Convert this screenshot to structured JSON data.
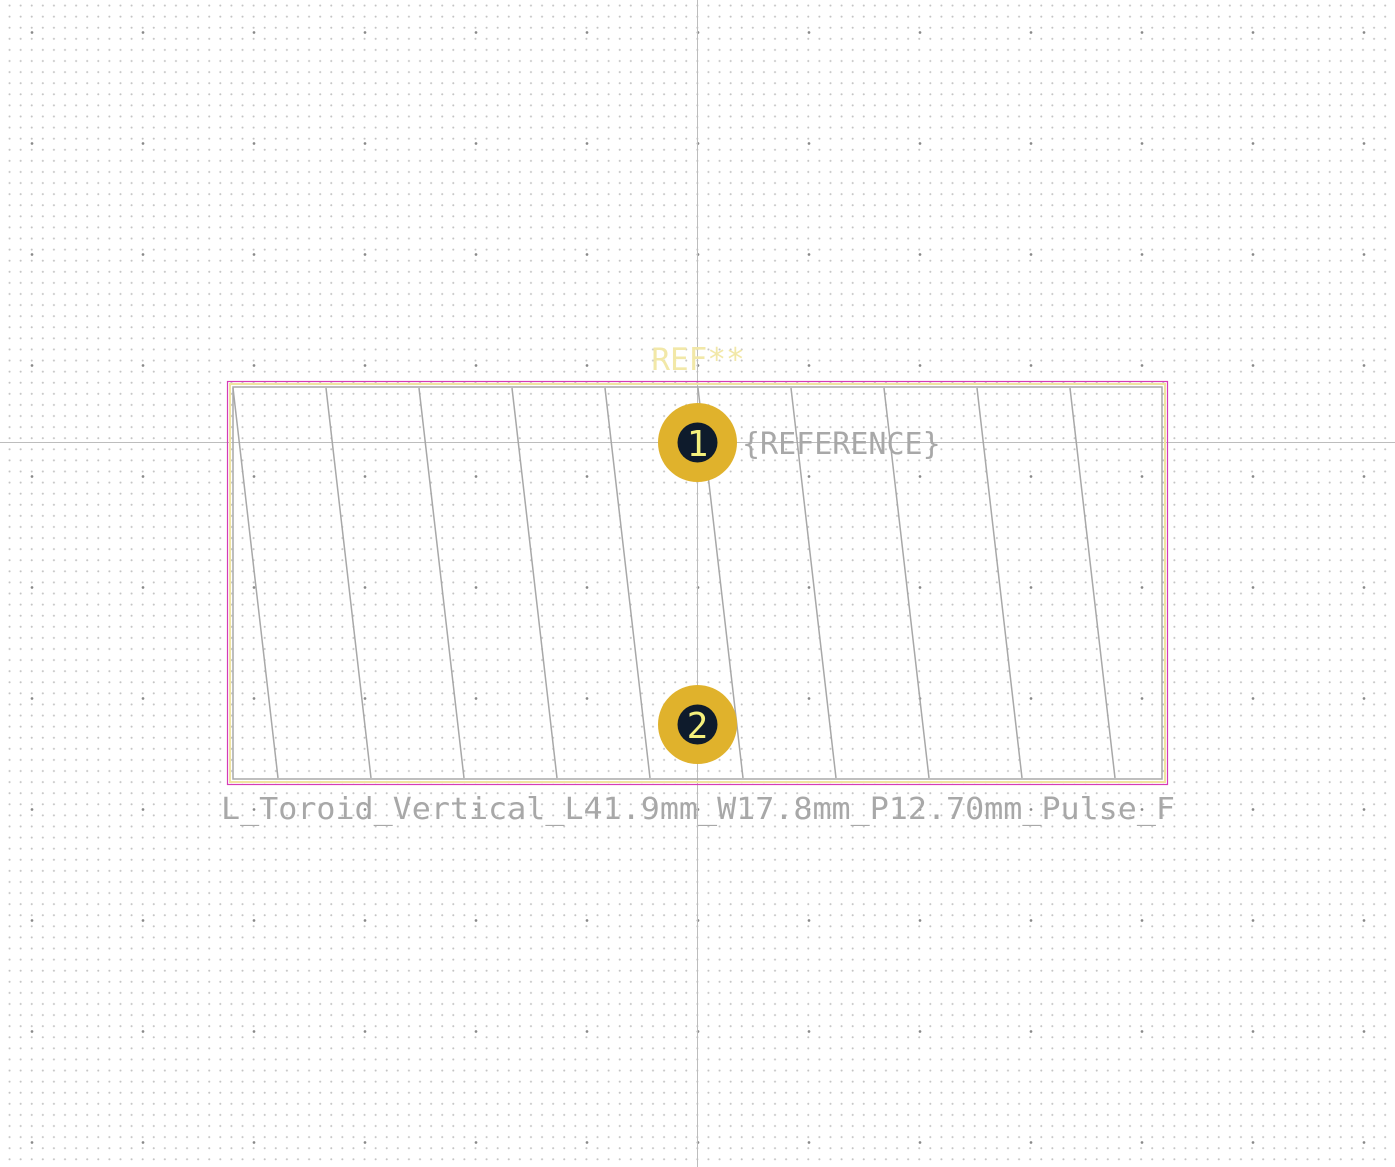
{
  "footprint": {
    "reference_label": "REF**",
    "reference_field": "{REFERENCE}",
    "value_label": "L_Toroid_Vertical_L41.9mm_W17.8mm_P12.70mm_Pulse_F"
  },
  "pads": [
    {
      "number": "1"
    },
    {
      "number": "2"
    }
  ],
  "colors": {
    "pad": "#e0b22c",
    "pad_hole": "#0e1b2c",
    "pad_number": "#f4f07c",
    "silkscreen_ref": "#f2e8a8",
    "fab": "#a8a8a8",
    "courtyard": "#d63bb6",
    "crosshair": "#bdbdbd"
  }
}
